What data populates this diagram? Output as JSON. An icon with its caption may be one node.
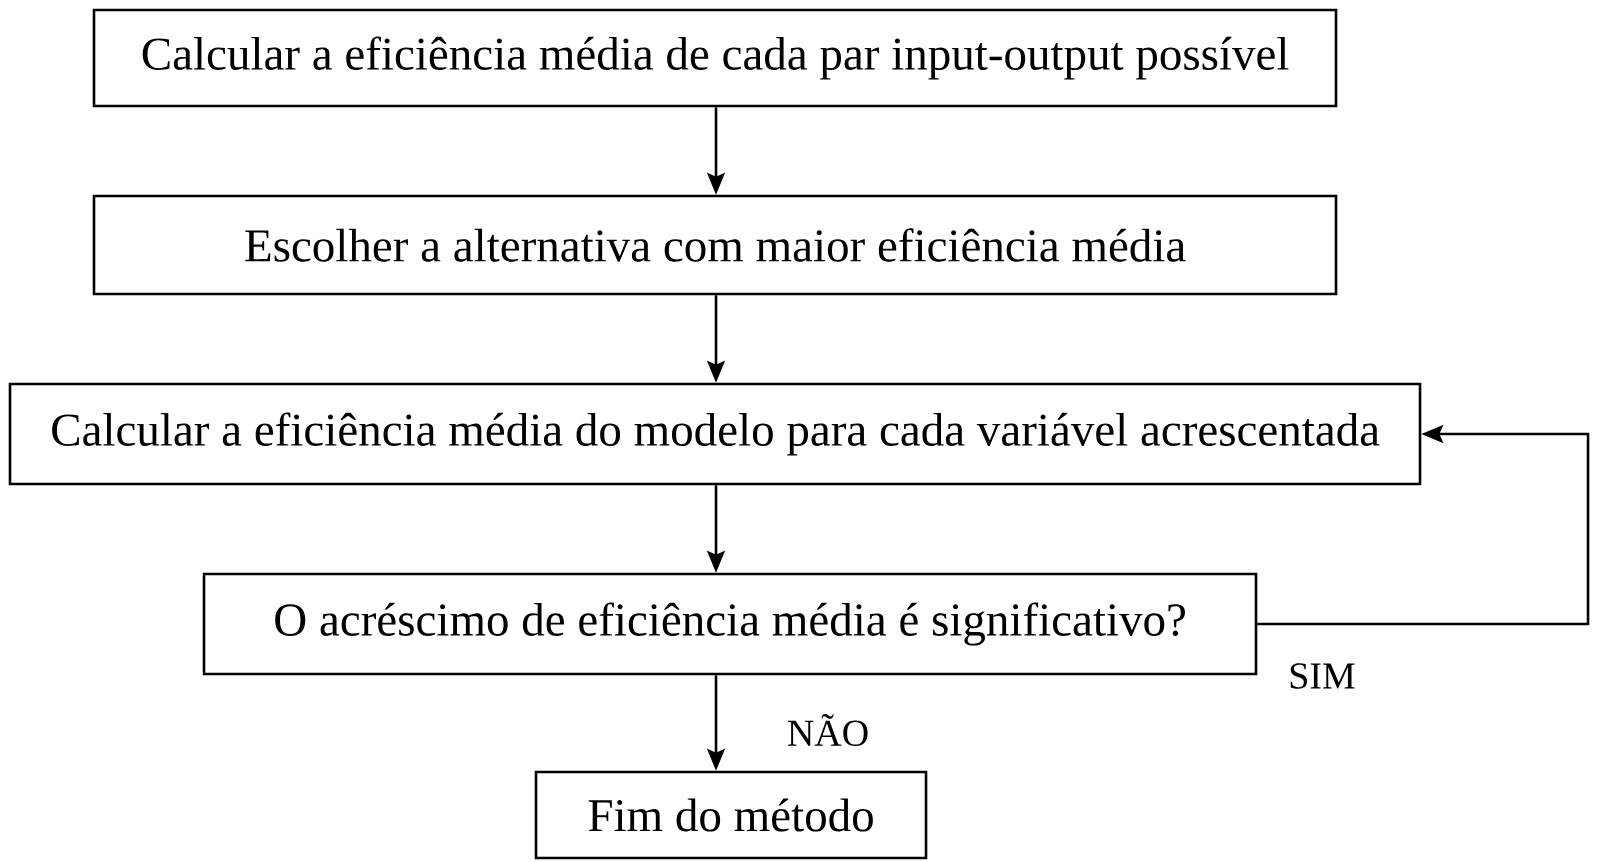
{
  "diagram": {
    "nodes": [
      {
        "text": [
          "Calcular a eficiência média de cada par input-output possível"
        ]
      },
      {
        "text": [
          "Escolher a alternativa com maior eficiência média"
        ]
      },
      {
        "text": [
          "Calcular a eficiência média do modelo para cada variável acrescentada"
        ]
      },
      {
        "text": [
          "O acréscimo de eficiência média é significativo?"
        ]
      },
      {
        "text": [
          "Fim do método"
        ]
      }
    ],
    "edges": [
      {
        "from": 0,
        "to": 1,
        "arrow": "to"
      },
      {
        "from": 1,
        "to": 2,
        "arrow": "to"
      },
      {
        "from": 2,
        "to": 3,
        "arrow": "to"
      },
      {
        "from": 3,
        "to": 4,
        "arrow": "to",
        "label": "NÃO"
      },
      {
        "from": 3,
        "to": 2,
        "arrow": "to",
        "label": "SIM"
      }
    ]
  }
}
